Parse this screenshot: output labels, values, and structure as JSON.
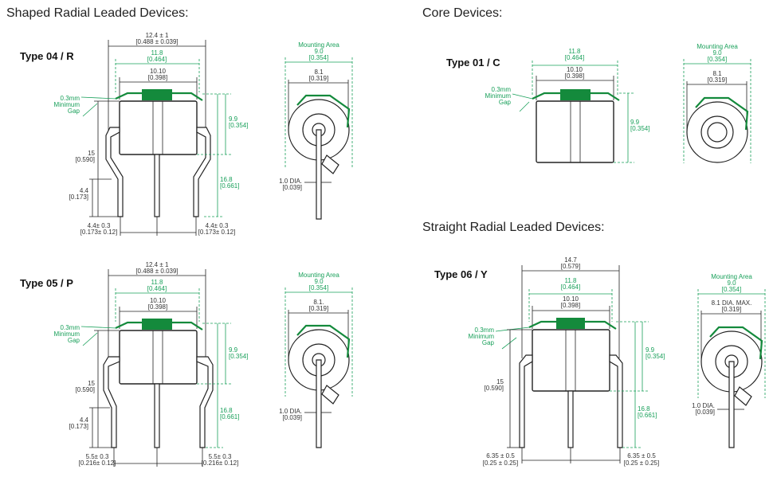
{
  "sections": {
    "shaped": "Shaped Radial Leaded Devices:",
    "core": "Core Devices:",
    "straight": "Straight Radial Leaded Devices:"
  },
  "devices": {
    "r": {
      "label": "Type 04 / R",
      "overall_w": "12.4 ± 1",
      "overall_w_in": "[0.488 ± 0.039]",
      "clip_w": "11.8",
      "clip_w_in": "[0.464]",
      "body_w": "10.10",
      "body_w_in": "[0.398]",
      "gap": "0.3mm",
      "gap_l2": "Minimum",
      "gap_l3": "Gap",
      "body_h": "9.9",
      "body_h_in": "[0.354]",
      "total_h": "15",
      "total_h_in": "[0.590]",
      "lead_h": "4.4",
      "lead_h_in": "[0.173]",
      "lead_total": "16.8",
      "lead_total_in": "[0.661]",
      "pitch_l": "4.4± 0.3",
      "pitch_l_in": "[0.173± 0.12]",
      "pitch_r": "4.4± 0.3",
      "pitch_r_in": "[0.173± 0.12]",
      "mount": "Mounting Area",
      "mount_w": "9.0",
      "mount_w_in": "[0.354]",
      "dia": "8.1",
      "dia_in": "[0.319]",
      "lead_dia": "1.0 DIA.",
      "lead_dia_in": "[0.039]"
    },
    "p": {
      "label": "Type 05 / P",
      "overall_w": "12.4 ± 1",
      "overall_w_in": "[0.488 ± 0.039]",
      "clip_w": "11.8",
      "clip_w_in": "[0.464]",
      "body_w": "10.10",
      "body_w_in": "[0.398]",
      "gap": "0.3mm",
      "gap_l2": "Minimum",
      "gap_l3": "Gap",
      "body_h": "9.9",
      "body_h_in": "[0.354]",
      "total_h": "15",
      "total_h_in": "[0.590]",
      "lead_h": "4.4",
      "lead_h_in": "[0.173]",
      "lead_total": "16.8",
      "lead_total_in": "[0.661]",
      "pitch_l": "5.5± 0.3",
      "pitch_l_in": "[0.216± 0.12]",
      "pitch_r": "5.5± 0.3",
      "pitch_r_in": "[0.216± 0.12]",
      "mount": "Mounting Area",
      "mount_w": "9.0",
      "mount_w_in": "[0.354]",
      "dia": "8.1.",
      "dia_in": "[0.319]",
      "lead_dia": "1.0 DIA.",
      "lead_dia_in": "[0.039]"
    },
    "c": {
      "label": "Type 01 / C",
      "clip_w": "11.8",
      "clip_w_in": "[0.464]",
      "body_w": "10.10",
      "body_w_in": "[0.398]",
      "gap": "0.3mm",
      "gap_l2": "Minimum",
      "gap_l3": "Gap",
      "body_h": "9.9",
      "body_h_in": "[0.354]",
      "mount": "Mounting Area",
      "mount_w": "9.0",
      "mount_w_in": "[0.354]",
      "dia": "8.1",
      "dia_in": "[0.319]"
    },
    "y": {
      "label": "Type 06 / Y",
      "overall_w": "14.7",
      "overall_w_in": "[0.579]",
      "clip_w": "11.8",
      "clip_w_in": "[0.464]",
      "body_w": "10.10",
      "body_w_in": "[0.398]",
      "gap": "0.3mm",
      "gap_l2": "Minimum",
      "gap_l3": "Gap",
      "body_h": "9.9",
      "body_h_in": "[0.354]",
      "total_h": "15",
      "total_h_in": "[0.590]",
      "lead_total": "16.8",
      "lead_total_in": "[0.661]",
      "pitch_l": "6.35 ± 0.5",
      "pitch_l_in": "[0.25 ± 0.25]",
      "pitch_r": "6.35 ± 0.5",
      "pitch_r_in": "[0.25 ± 0.25]",
      "mount": "Mounting Area",
      "mount_w": "9.0",
      "mount_w_in": "[0.354]",
      "dia": "8.1 DIA. MAX.",
      "dia_in": "[0.319]",
      "lead_dia": "1.0 DIA.",
      "lead_dia_in": "[0.039]"
    }
  },
  "colors": {
    "dimension_green": "#19a05a",
    "cap_green": "#148a3c",
    "outline": "#222222"
  }
}
